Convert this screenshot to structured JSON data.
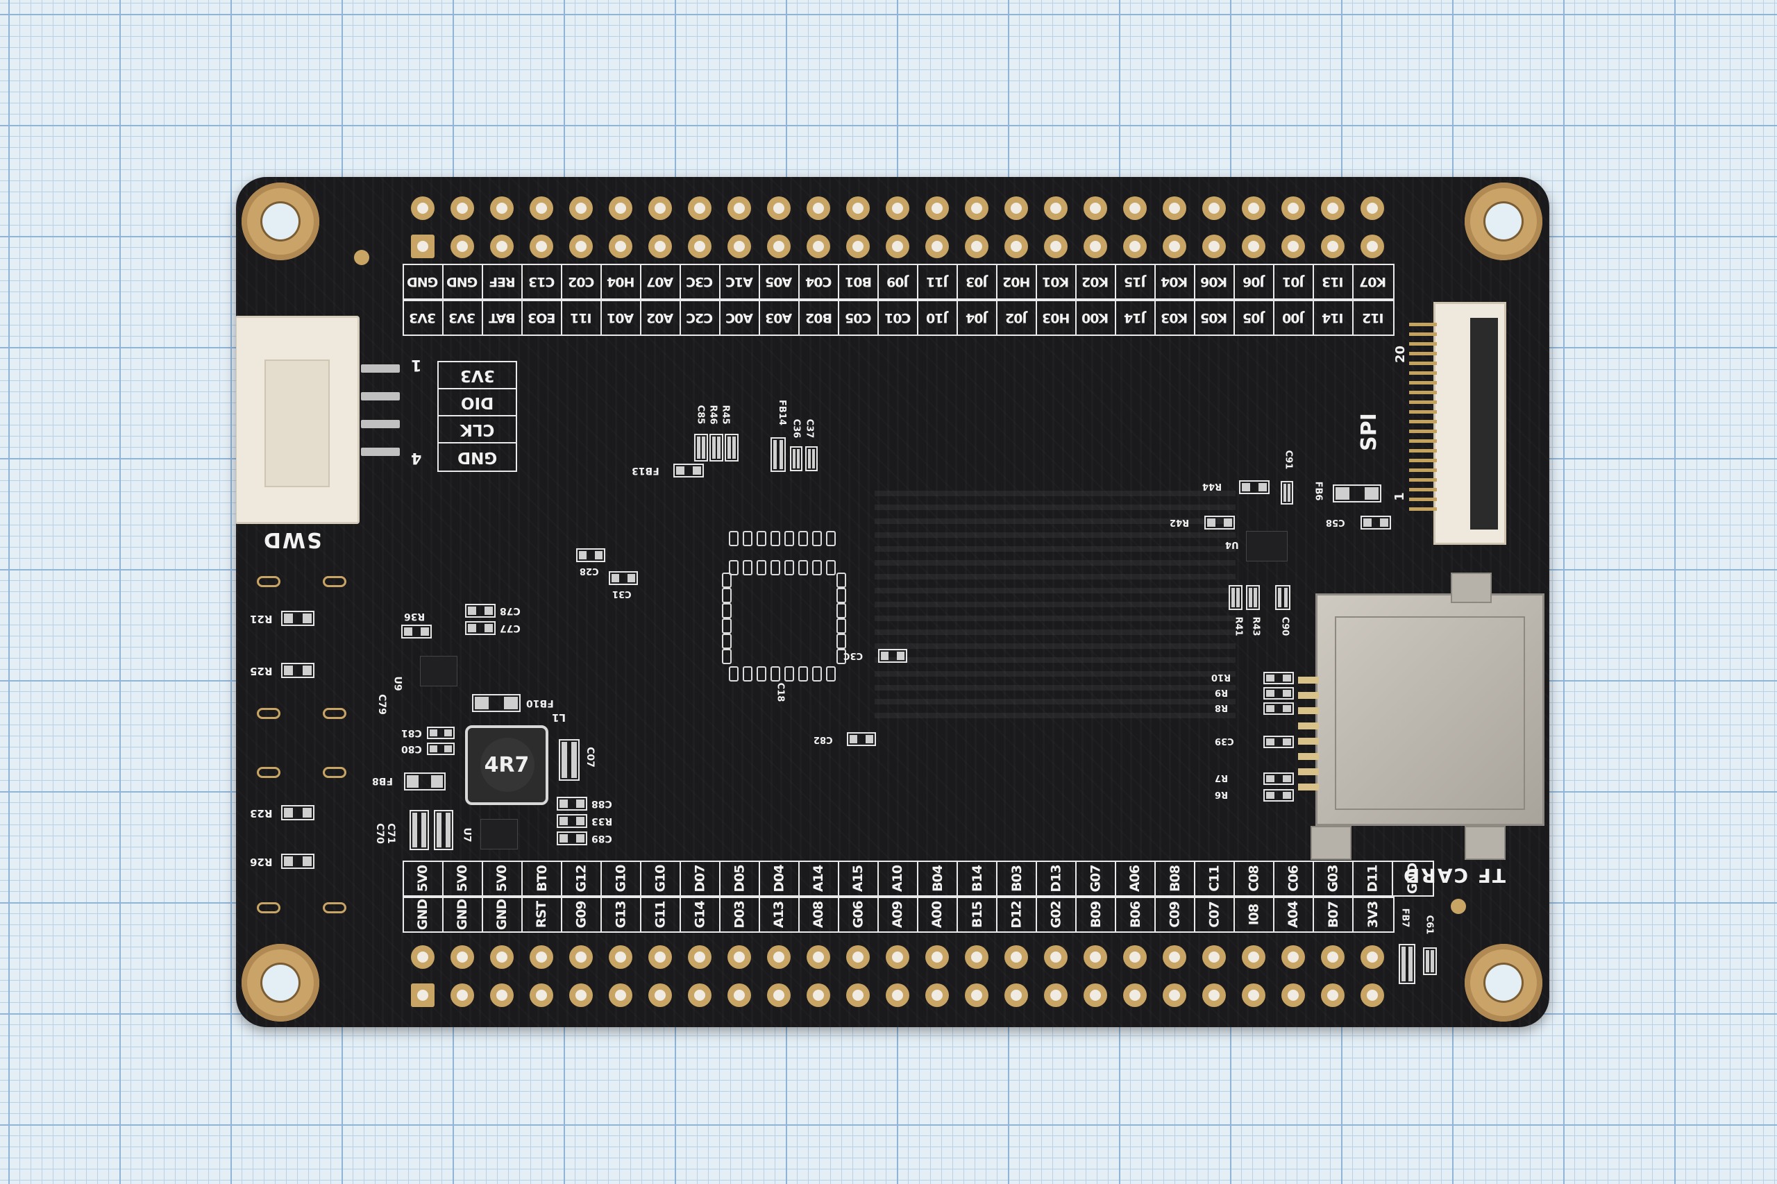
{
  "board": {
    "top_header_labels_row1": [
      "GND",
      "GND",
      "REF",
      "C13",
      "C02",
      "H04",
      "A07",
      "C3C",
      "A1C",
      "A05",
      "C04",
      "B01",
      "J09",
      "J11",
      "J03",
      "H02",
      "K01",
      "K02",
      "J15",
      "K04",
      "K06",
      "J06",
      "J01",
      "I13",
      "K07"
    ],
    "top_header_labels_row2": [
      "3V3",
      "3V3",
      "BAT",
      "EO3",
      "I11",
      "A01",
      "A02",
      "C2C",
      "A0C",
      "A03",
      "B02",
      "C05",
      "C01",
      "J10",
      "J04",
      "J02",
      "H03",
      "K00",
      "J14",
      "K03",
      "K05",
      "J05",
      "J00",
      "I14",
      "I12"
    ],
    "bottom_header_labels_row1": [
      "5V0",
      "5V0",
      "5V0",
      "BT0",
      "G12",
      "G10",
      "G10",
      "D07",
      "D05",
      "D04",
      "A14",
      "A15",
      "A10",
      "B04",
      "B14",
      "B03",
      "D13",
      "G07",
      "A06",
      "B08",
      "C11",
      "C08",
      "C06",
      "G03",
      "D11",
      "GND"
    ],
    "bottom_header_labels_row2": [
      "GND",
      "GND",
      "GND",
      "RST",
      "G09",
      "G13",
      "G11",
      "G14",
      "D03",
      "A13",
      "A08",
      "G06",
      "A09",
      "A00",
      "B15",
      "D12",
      "G02",
      "B09",
      "B06",
      "C09",
      "C07",
      "I08",
      "A04",
      "B07",
      "3V3"
    ],
    "swd": {
      "label": "SWD",
      "pin_first": "1",
      "pin_last": "4",
      "signals": [
        "3V3",
        "DIO",
        "CLK",
        "GND"
      ]
    },
    "spi": {
      "label": "SPI",
      "pin_first": "1",
      "pin_last": "20"
    },
    "tf_card": {
      "label": "TF CARD"
    },
    "inductor": {
      "marking": "4R7",
      "ref": "L1"
    },
    "refdes": {
      "r21": "R21",
      "r25": "R25",
      "r23": "R23",
      "r26": "R26",
      "r36": "R36",
      "c78": "C78",
      "c77": "C77",
      "u9": "U9",
      "c79": "C79",
      "fb10": "FB10",
      "c81": "C81",
      "c80": "C80",
      "fb8": "FB8",
      "c71": "C71",
      "c70": "C70",
      "u7": "U7",
      "c88": "C88",
      "r33": "R33",
      "c89": "C89",
      "c07": "C07",
      "fb13": "FB13",
      "c85": "C85",
      "r46": "R46",
      "r45": "R45",
      "fb14": "FB14",
      "c36": "C36",
      "c37": "C37",
      "c28": "C28",
      "c31": "C31",
      "c3c": "C3C",
      "c82": "C82",
      "c18": "C18",
      "r44": "R44",
      "c91": "C91",
      "fb6": "FB6",
      "r42": "R42",
      "c58": "C58",
      "u4": "U4",
      "r41": "R41",
      "r43": "R43",
      "c90": "C90",
      "r10": "R10",
      "r9": "R9",
      "r8": "R8",
      "c39": "C39",
      "r7": "R7",
      "r6": "R6",
      "fb7": "FB7",
      "c61": "C61"
    }
  }
}
